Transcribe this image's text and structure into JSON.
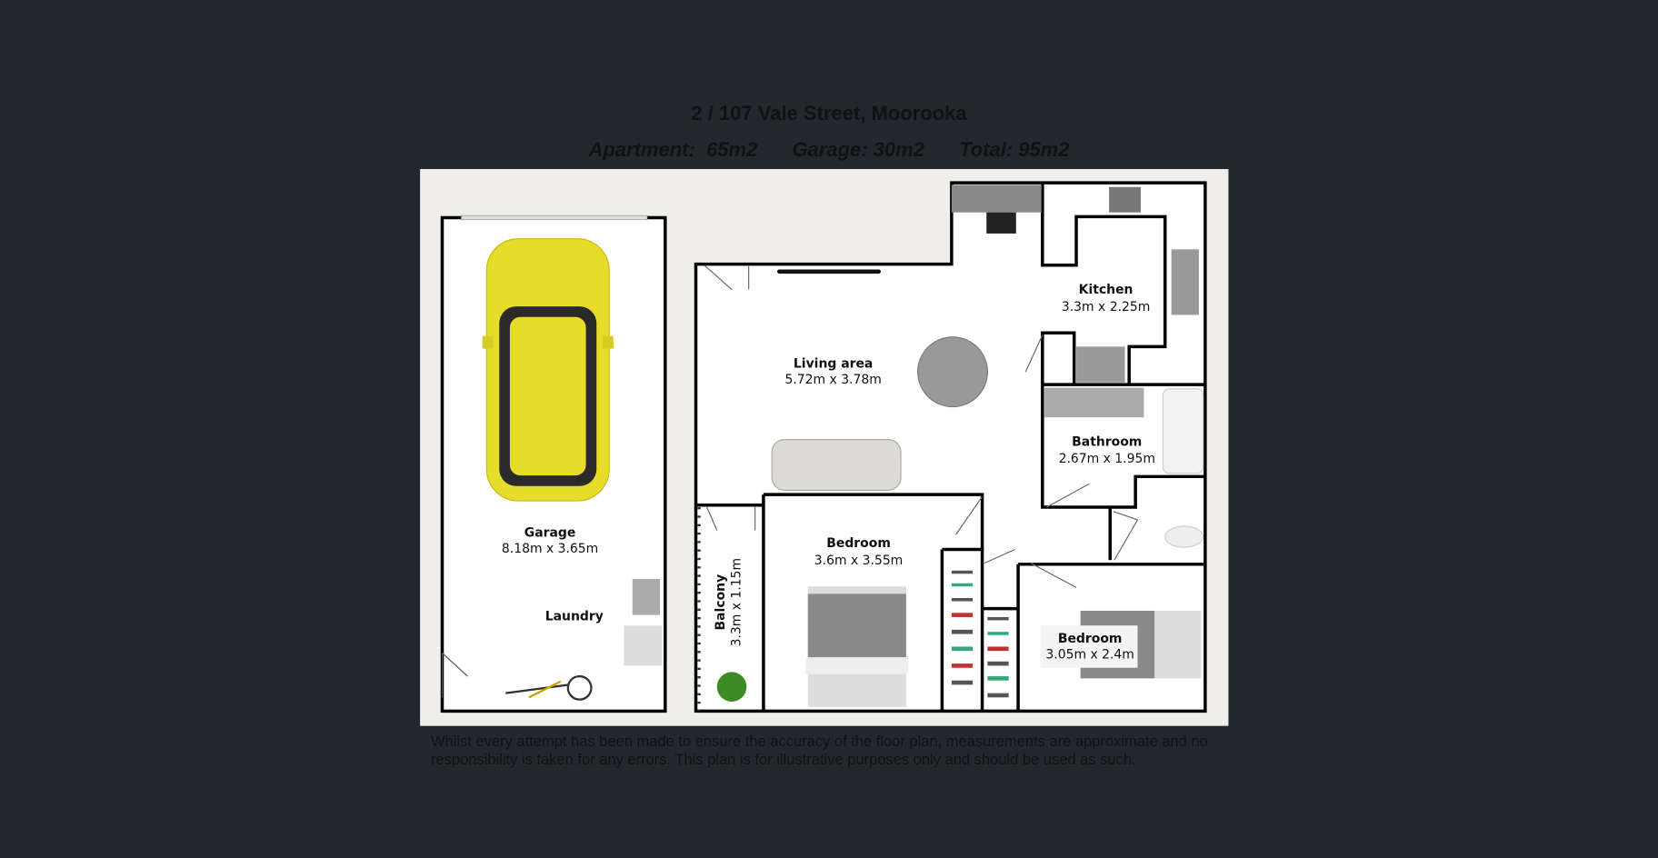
{
  "header": {
    "title": "2 / 107 Vale Street, Moorooka",
    "apartment": "Apartment:  65m2",
    "garage": "Garage: 30m2",
    "total": "Total: 95m2"
  },
  "rooms": {
    "garage": {
      "name": "Garage",
      "size": "8.18m x 3.65m"
    },
    "laundry": {
      "name": "Laundry"
    },
    "living": {
      "name": "Living area",
      "size": "5.72m x 3.78m"
    },
    "kitchen": {
      "name": "Kitchen",
      "size": "3.3m x 2.25m"
    },
    "bathroom": {
      "name": "Bathroom",
      "size": "2.67m x 1.95m"
    },
    "bedroom1": {
      "name": "Bedroom",
      "size": "3.6m x 3.55m"
    },
    "bedroom2": {
      "name": "Bedroom",
      "size": "3.05m x 2.4m"
    },
    "balcony": {
      "name": "Balcony",
      "size": "3.3m x 1.15m"
    }
  },
  "disclaimer": "Whilst every attempt has been made to ensure the accuracy of the floor plan, measurements are approximate and no responsibility is taken for any errors. This plan is for illustrative purposes only and should be used as such.",
  "colors": {
    "background": "#22282e",
    "plan_bg": "#efeeeb",
    "car": "#e8dc2a",
    "wall": "#000000"
  }
}
